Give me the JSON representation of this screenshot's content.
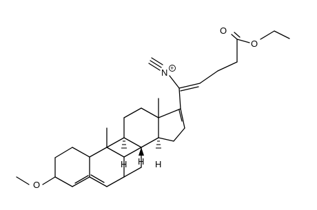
{
  "molecule": {
    "atom_labels": {
      "ester_carbonyl_o": "O",
      "ester_ether_o": "O",
      "isocyanide_n": "N",
      "isocyanide_charge": "+",
      "methoxy_o": "O",
      "h_c8": "H",
      "h_c9": "H",
      "h_c14": "H"
    }
  }
}
